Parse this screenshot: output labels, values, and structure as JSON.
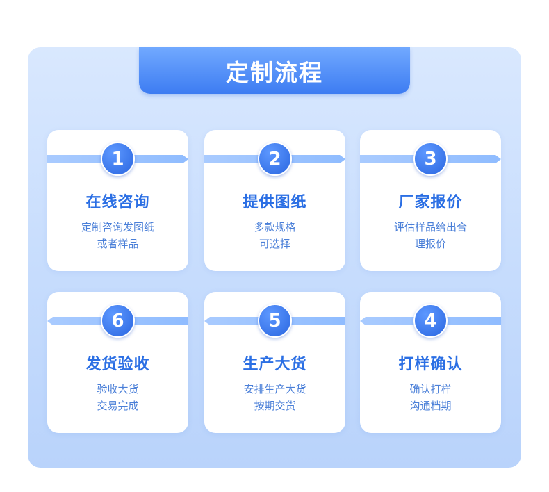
{
  "title": "定制流程",
  "steps": [
    {
      "number": "1",
      "title": "在线咨询",
      "desc_line1": "定制咨询发图纸",
      "desc_line2": "或者样品"
    },
    {
      "number": "2",
      "title": "提供图纸",
      "desc_line1": "多款规格",
      "desc_line2": "可选择"
    },
    {
      "number": "3",
      "title": "厂家报价",
      "desc_line1": "评估样品给出合",
      "desc_line2": "理报价"
    },
    {
      "number": "6",
      "title": "发货验收",
      "desc_line1": "验收大货",
      "desc_line2": "交易完成"
    },
    {
      "number": "5",
      "title": "生产大货",
      "desc_line1": "安排生产大货",
      "desc_line2": "按期交货"
    },
    {
      "number": "4",
      "title": "打样确认",
      "desc_line1": "确认打样",
      "desc_line2": "沟通档期"
    }
  ]
}
